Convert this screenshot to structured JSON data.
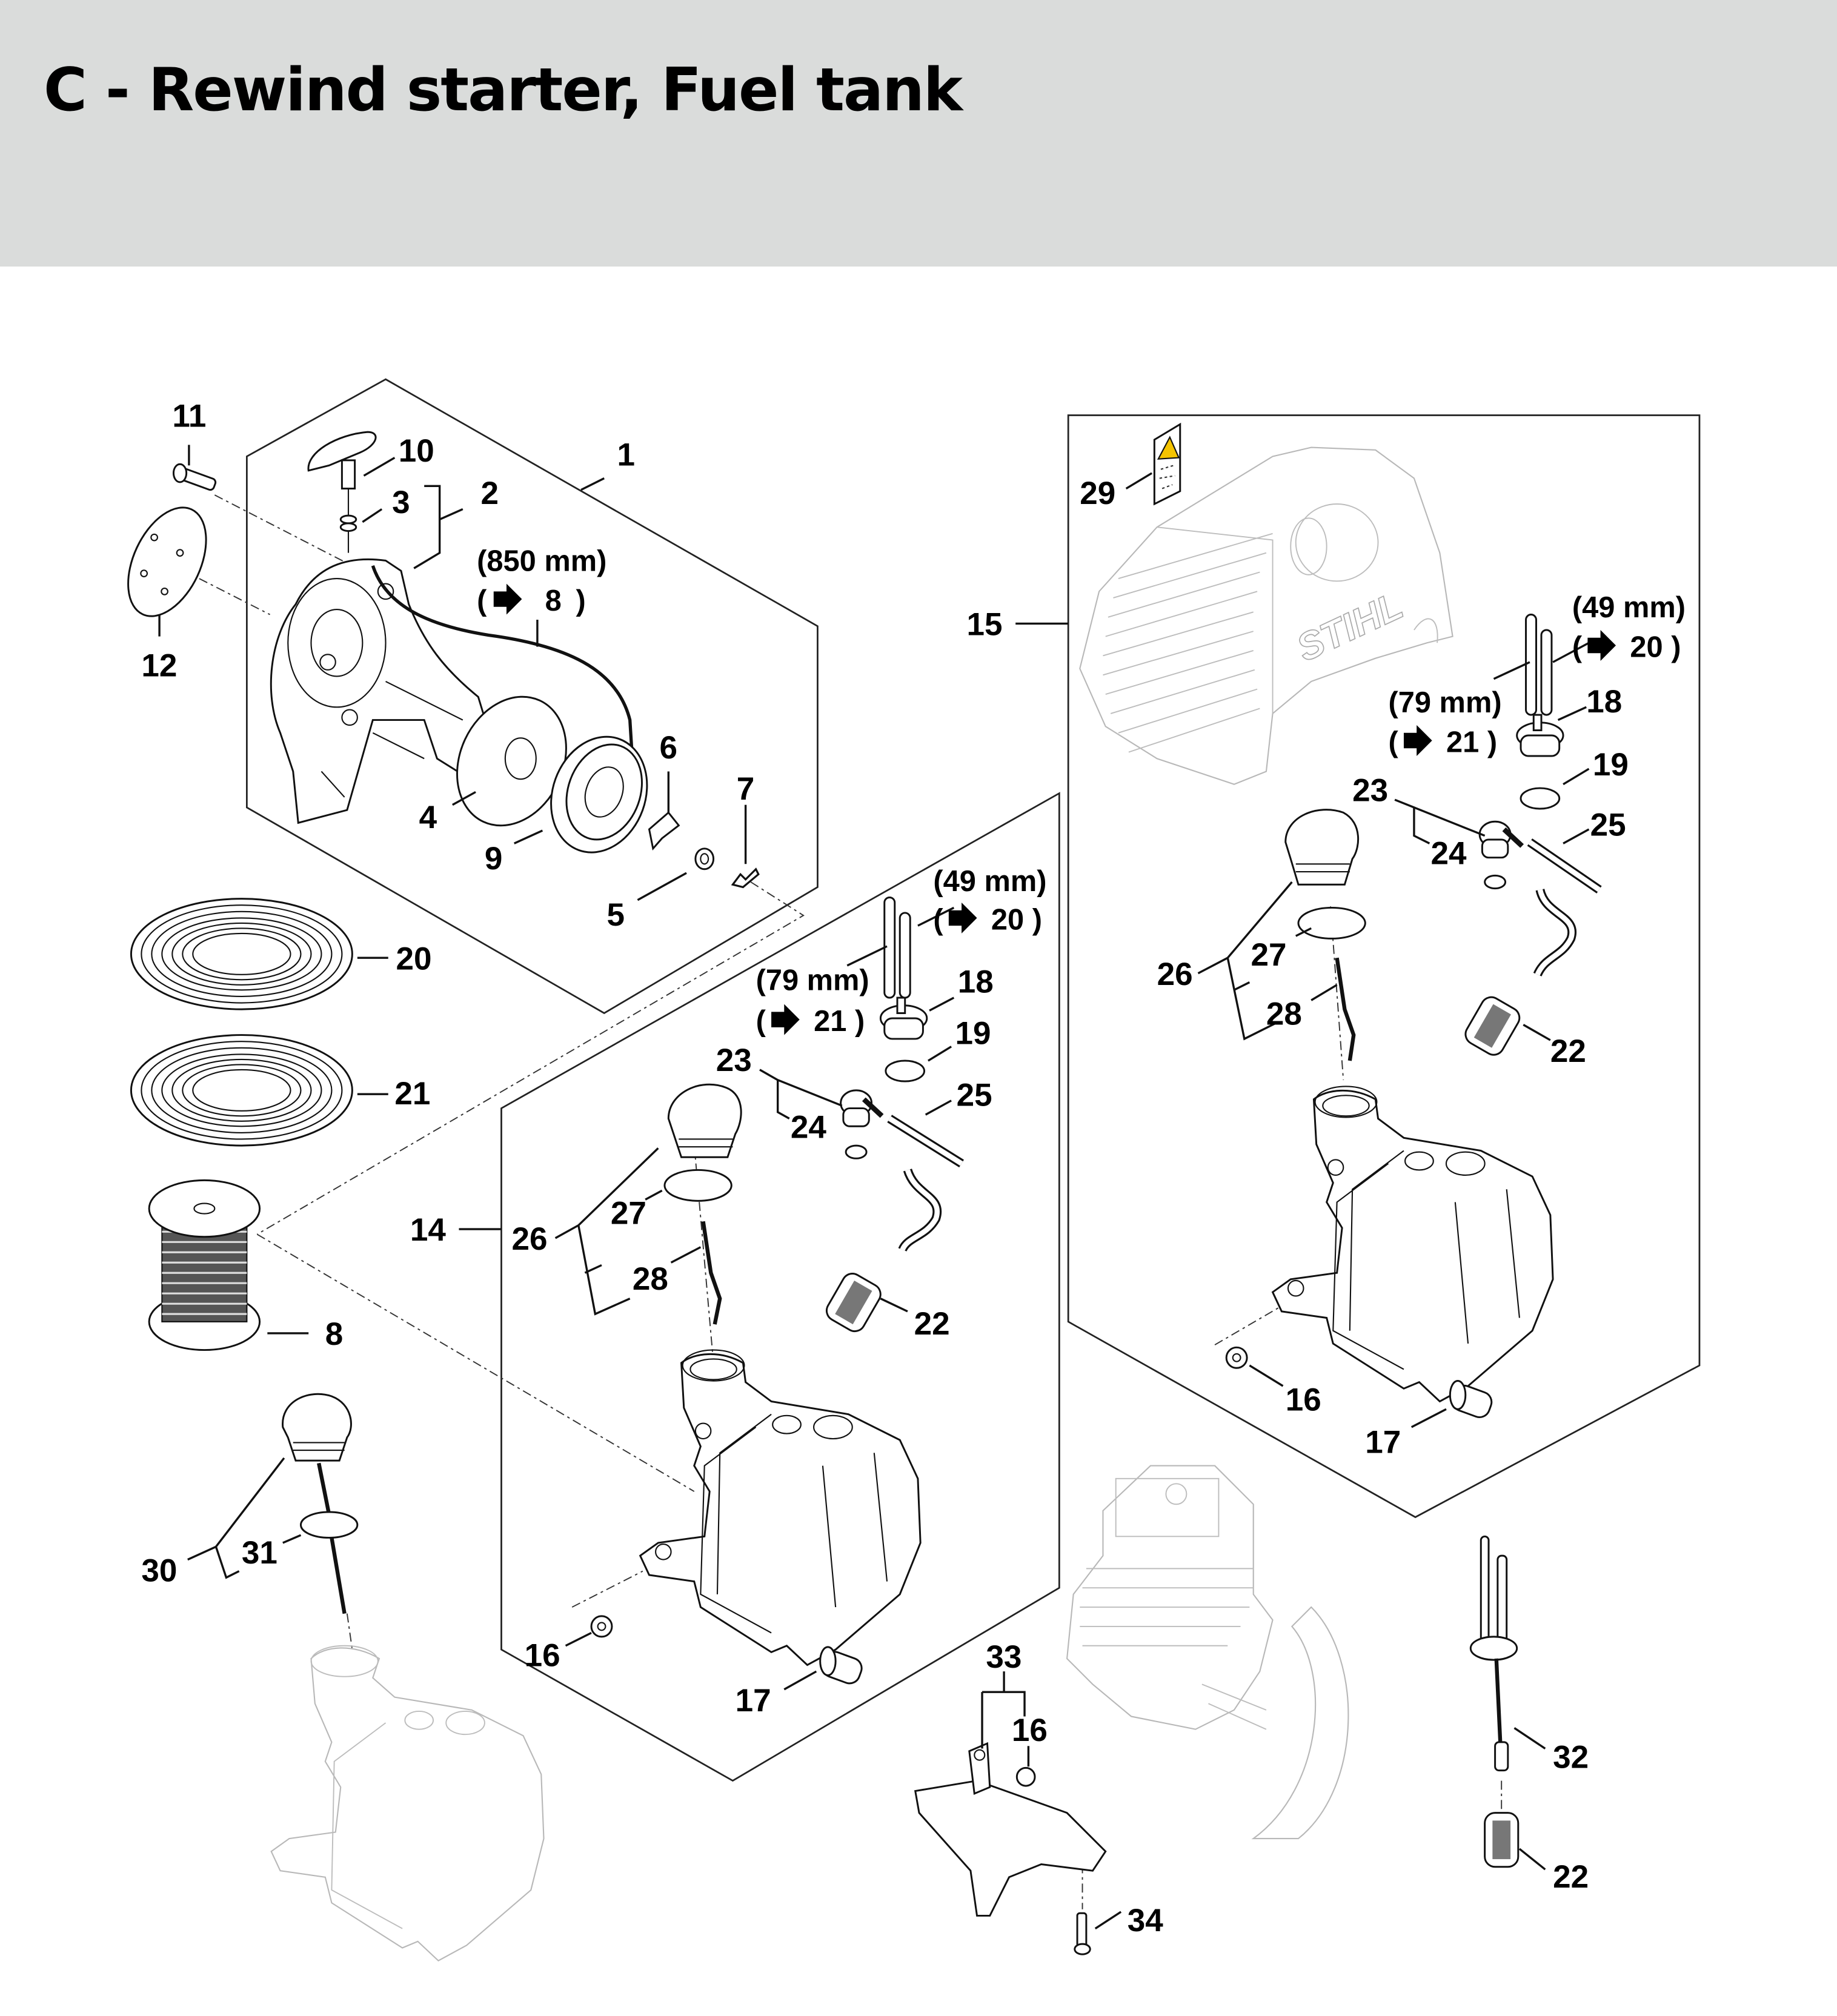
{
  "header": {
    "title": "C - Rewind starter, Fuel tank",
    "background": "#dadcdb"
  },
  "diagram": {
    "brand_mark": "STIHL",
    "warning_color": "#f5c400",
    "callouts": {
      "starter_group": {
        "c1": "1",
        "c2": "2",
        "c3": "3",
        "c4": "4",
        "c5": "5",
        "c6": "6",
        "c7": "7",
        "c9": "9",
        "c10": "10",
        "c11": "11",
        "c12": "12"
      },
      "loose_parts": {
        "c20": "20",
        "c21": "21",
        "c8": "8"
      },
      "tank_14_group": {
        "c14": "14",
        "c26": "26",
        "c27": "27",
        "c28": "28",
        "c23": "23",
        "c24": "24",
        "c25": "25",
        "c18": "18",
        "c19": "19",
        "c22": "22",
        "c16": "16",
        "c17": "17"
      },
      "shroud_15_group": {
        "c15": "15",
        "c29": "29",
        "c18": "18",
        "c19": "19",
        "c23": "23",
        "c24": "24",
        "c25": "25",
        "c26": "26",
        "c27": "27",
        "c28": "28",
        "c22": "22",
        "c16": "16",
        "c17": "17"
      },
      "lower_group": {
        "c30": "30",
        "c31": "31",
        "c33": "33",
        "c16": "16",
        "c34": "34",
        "c32": "32",
        "c22": "22"
      }
    },
    "notes": {
      "rope": {
        "length": "(850 mm)",
        "ref": "8"
      },
      "tank_14_hoses": {
        "long_length": "(79 mm)",
        "long_ref": "21",
        "short_length": "(49 mm)",
        "short_ref": "20"
      },
      "shroud_15_hoses": {
        "long_length": "(79 mm)",
        "long_ref": "21",
        "short_length": "(49 mm)",
        "short_ref": "20"
      }
    }
  }
}
